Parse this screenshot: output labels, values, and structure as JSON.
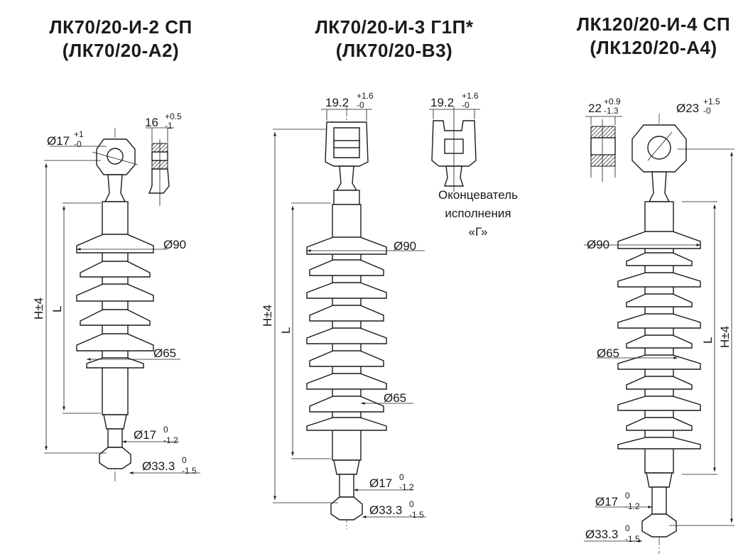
{
  "titles": {
    "left": {
      "line1": "ЛК70/20-И-2 СП",
      "line2": "(ЛК70/20-А2)"
    },
    "middle": {
      "line1": "ЛК70/20-И-3 Г1П*",
      "line2": "(ЛК70/20-В3)"
    },
    "right": {
      "line1": "ЛК120/20-И-4 СП",
      "line2": "(ЛК120/20-А4)"
    }
  },
  "left": {
    "d17": {
      "base": "Ø17",
      "up": "+1",
      "down": "-0"
    },
    "w16": {
      "base": "16",
      "up": "+0.5",
      "down": "-1"
    },
    "d90": "Ø90",
    "d65": "Ø65",
    "H": "H±4",
    "L": "L",
    "d17b": {
      "base": "Ø17",
      "up": "0",
      "down": "-1.2"
    },
    "d33": {
      "base": "Ø33.3",
      "up": "0",
      "down": "-1.5"
    }
  },
  "middle": {
    "w19a": {
      "base": "19.2",
      "up": "+1.6",
      "down": "-0"
    },
    "w19b": {
      "base": "19.2",
      "up": "+1.6",
      "down": "-0"
    },
    "note": [
      "Оконцеватель",
      "исполнения",
      "«Г»"
    ],
    "d90": "Ø90",
    "d65": "Ø65",
    "H": "H±4",
    "L": "L",
    "d17b": {
      "base": "Ø17",
      "up": "0",
      "down": "-1.2"
    },
    "d33": {
      "base": "Ø33.3",
      "up": "0",
      "down": "-1.5"
    }
  },
  "right": {
    "w22": {
      "base": "22",
      "up": "+0.9",
      "down": "-1.3"
    },
    "d23": {
      "base": "Ø23",
      "up": "+1.5",
      "down": "-0"
    },
    "d90": "Ø90",
    "d65": "Ø65",
    "H": "H±4",
    "L": "L",
    "d17b": {
      "base": "Ø17",
      "up": "0",
      "down": "-1.2"
    },
    "d33": {
      "base": "Ø33.3",
      "up": "0",
      "down": "-1.5"
    }
  }
}
